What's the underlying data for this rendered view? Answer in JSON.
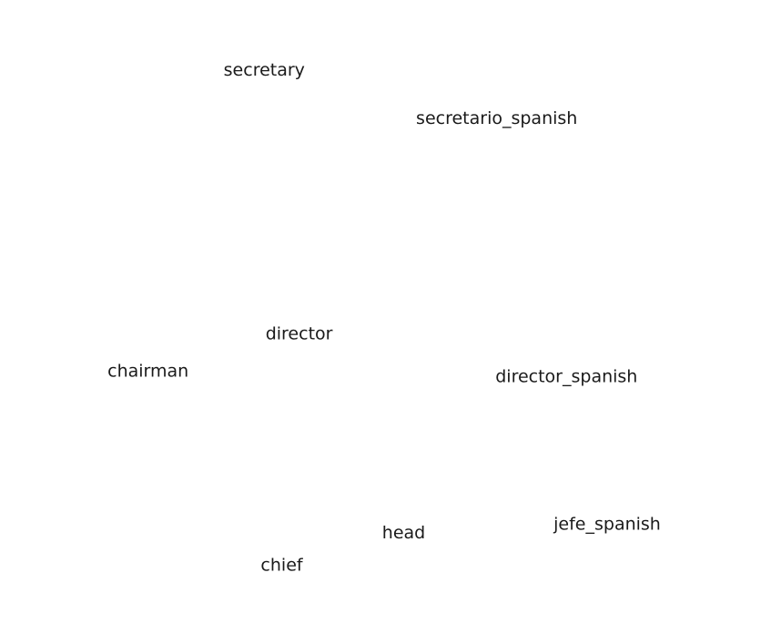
{
  "chart_data": {
    "type": "scatter",
    "title": "",
    "xlabel": "",
    "ylabel": "",
    "xlim": [
      -3.0,
      3.0
    ],
    "ylim": [
      -2.5,
      3.0
    ],
    "grid": false,
    "axes_visible": false,
    "points": [
      {
        "label": "secretary",
        "x": -1.0,
        "y": 2.6
      },
      {
        "label": "secretario_spanish",
        "x": 1.0,
        "y": 2.15
      },
      {
        "label": "director",
        "x": -0.7,
        "y": 0.15
      },
      {
        "label": "chairman",
        "x": -2.0,
        "y": -0.2
      },
      {
        "label": "director_spanish",
        "x": 1.6,
        "y": -0.25
      },
      {
        "label": "head",
        "x": 0.2,
        "y": -1.7
      },
      {
        "label": "jefe_spanish",
        "x": 1.95,
        "y": -1.62
      },
      {
        "label": "chief",
        "x": -0.85,
        "y": -2.0
      }
    ]
  }
}
